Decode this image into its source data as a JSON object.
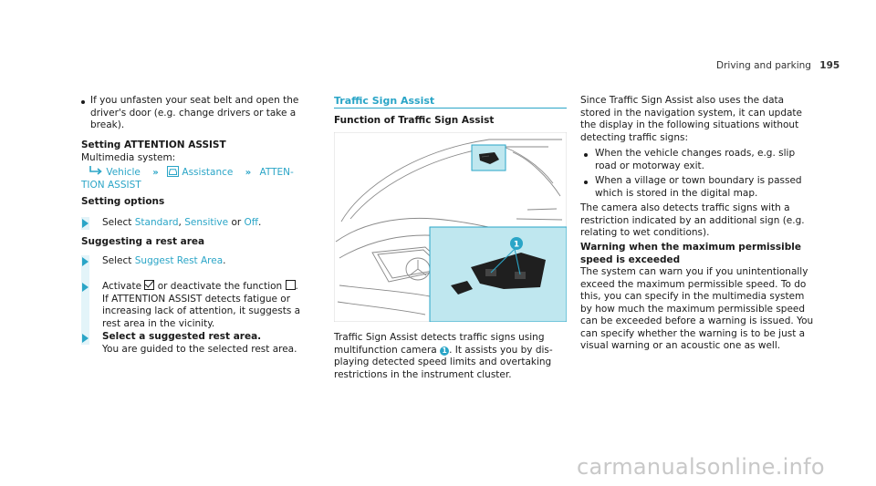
{
  "header": {
    "title": "Driving and parking",
    "page_number": "195"
  },
  "col1": {
    "bullet1_l1": "If you unfasten your seat belt and open the",
    "bullet1_l2": "driver's door (e.g. change drivers or take a",
    "bullet1_l3": "break).",
    "setting_heading": "Setting ATTENTION ASSIST",
    "multimedia": "Multimedia system:",
    "path_vehicle": "Vehicle",
    "path_assistance": "Assistance",
    "path_atten_1": "ATTEN-",
    "path_atten_2": "TION ASSIST",
    "options_heading": "Setting options",
    "select_word": "Select",
    "opt_standard": "Standard",
    "opt_sep1": ",",
    "opt_sensitive": "Sensitive",
    "opt_or": "or",
    "opt_off": "Off",
    "opt_end": ".",
    "rest_heading": "Suggesting a rest area",
    "select_word2": "Select",
    "opt_suggest": "Suggest Rest Area",
    "opt_end2": ".",
    "activate_a": "Activate",
    "activate_b": "or deactivate the function",
    "activate_c": ".",
    "activate_l2": "If ATTENTION ASSIST detects fatigue or",
    "activate_l3": "increasing lack of attention, it suggests a",
    "activate_l4": "rest area in the vicinity.",
    "select_rest_heading": "Select a suggested rest area.",
    "guided": "You are guided to the selected rest area."
  },
  "col2": {
    "section_title": "Traffic Sign Assist",
    "function_heading": "Function of Traffic Sign Assist",
    "badge": "1",
    "p1_l1": "Traffic Sign Assist detects traffic signs using",
    "p1_l2a": "multifunction camera",
    "p1_l2b": ". It assists you by dis-",
    "p1_l3": "playing detected speed limits and overtaking",
    "p1_l4": "restrictions in the instrument cluster."
  },
  "col3": {
    "p1_l1": "Since Traffic Sign Assist also uses the data",
    "p1_l2": "stored in the navigation system, it can update",
    "p1_l3": "the display in the following situations without",
    "p1_l4": "detecting traffic signs:",
    "b1_l1": "When the vehicle changes roads, e.g. slip",
    "b1_l2": "road or motorway exit.",
    "b2_l1": "When a village or town boundary is passed",
    "b2_l2": "which is stored in the digital map.",
    "p2_l1": "The camera also detects traffic signs with a",
    "p2_l2": "restriction indicated by an additional sign (e.g.",
    "p2_l3": "relating to wet conditions).",
    "warn_h1": "Warning when the maximum permissible",
    "warn_h2": "speed is exceeded",
    "p3_l1": "The system can warn you if you unintentionally",
    "p3_l2": "exceed the maximum permissible speed. To do",
    "p3_l3": "this, you can specify in the multimedia system",
    "p3_l4": "by how much the maximum permissible speed",
    "p3_l5": "can be exceeded before a warning is issued. You",
    "p3_l6": "can specify whether the warning is to be just a",
    "p3_l7": "visual warning or an acoustic one as well."
  },
  "footer": {
    "watermark": "carmanualsonline.info"
  },
  "colors": {
    "accent": "#2aa5c7",
    "tint": "#bfe7ef",
    "text": "#1a1a1a"
  },
  "icons": [
    "bullet-dot",
    "action-triangle",
    "menu-path-arrow",
    "chevron-double-icon",
    "car-icon",
    "checkbox-checked-icon",
    "checkbox-empty-icon",
    "callout-badge"
  ]
}
